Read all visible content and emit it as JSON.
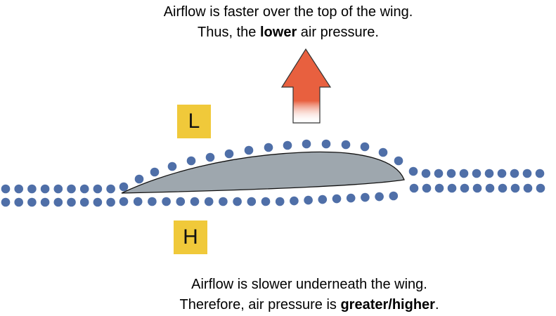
{
  "top_caption": {
    "line1": "Airflow is faster over the top of the wing.",
    "line2_prefix": "Thus, the ",
    "line2_bold": "lower",
    "line2_suffix": " air pressure."
  },
  "bottom_caption": {
    "line1": "Airflow is slower underneath the wing.",
    "line2_prefix": "Therefore, air pressure is ",
    "line2_bold": "greater/higher",
    "line2_suffix": "."
  },
  "labels": {
    "low": "L",
    "high": "H"
  },
  "colors": {
    "dot": "#4f6fa8",
    "wing": "#9ea7ae",
    "arrow_top": "#e35a3c",
    "label_box": "#f0c93a"
  }
}
